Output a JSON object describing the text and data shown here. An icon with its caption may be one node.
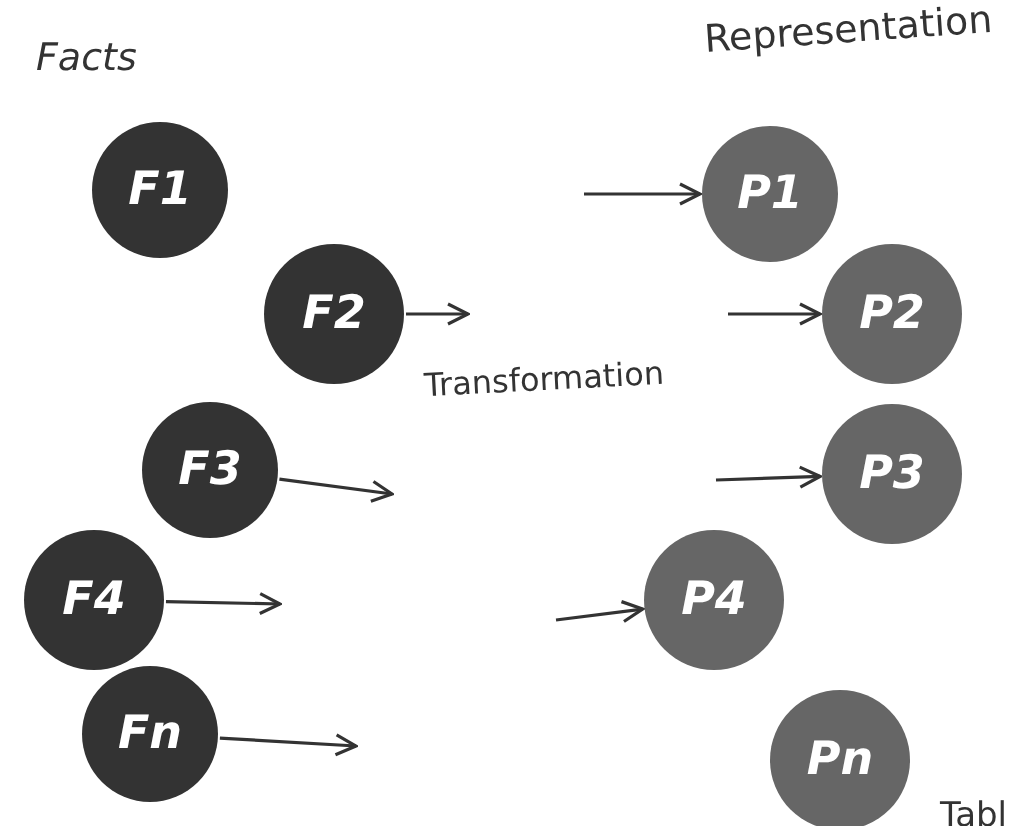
{
  "diagram": {
    "nodes": [
      {
        "text": [
          "F1"
        ]
      },
      {
        "text": [
          "F2"
        ]
      },
      {
        "text": [
          "F3"
        ]
      },
      {
        "text": [
          "F4"
        ]
      },
      {
        "text": [
          "Fn"
        ]
      },
      {
        "text": [
          "P1"
        ]
      },
      {
        "text": [
          "P2"
        ]
      },
      {
        "text": [
          "P3"
        ]
      },
      {
        "text": [
          "P4"
        ]
      },
      {
        "text": [
          "Pn"
        ]
      }
    ],
    "edges": [
      {
        "from": 1,
        "to": null,
        "arrow": "to"
      },
      {
        "from": 2,
        "to": null,
        "arrow": "to"
      },
      {
        "from": 3,
        "to": null,
        "arrow": "to"
      },
      {
        "from": 4,
        "to": null,
        "arrow": "to"
      },
      {
        "from": null,
        "to": 5,
        "arrow": "to"
      },
      {
        "from": null,
        "to": 6,
        "arrow": "to"
      },
      {
        "from": null,
        "to": 7,
        "arrow": "to"
      },
      {
        "from": null,
        "to": 8,
        "arrow": "to"
      }
    ],
    "labels": [
      "Facts",
      "Representation",
      "Transformation",
      "Tabl"
    ]
  }
}
